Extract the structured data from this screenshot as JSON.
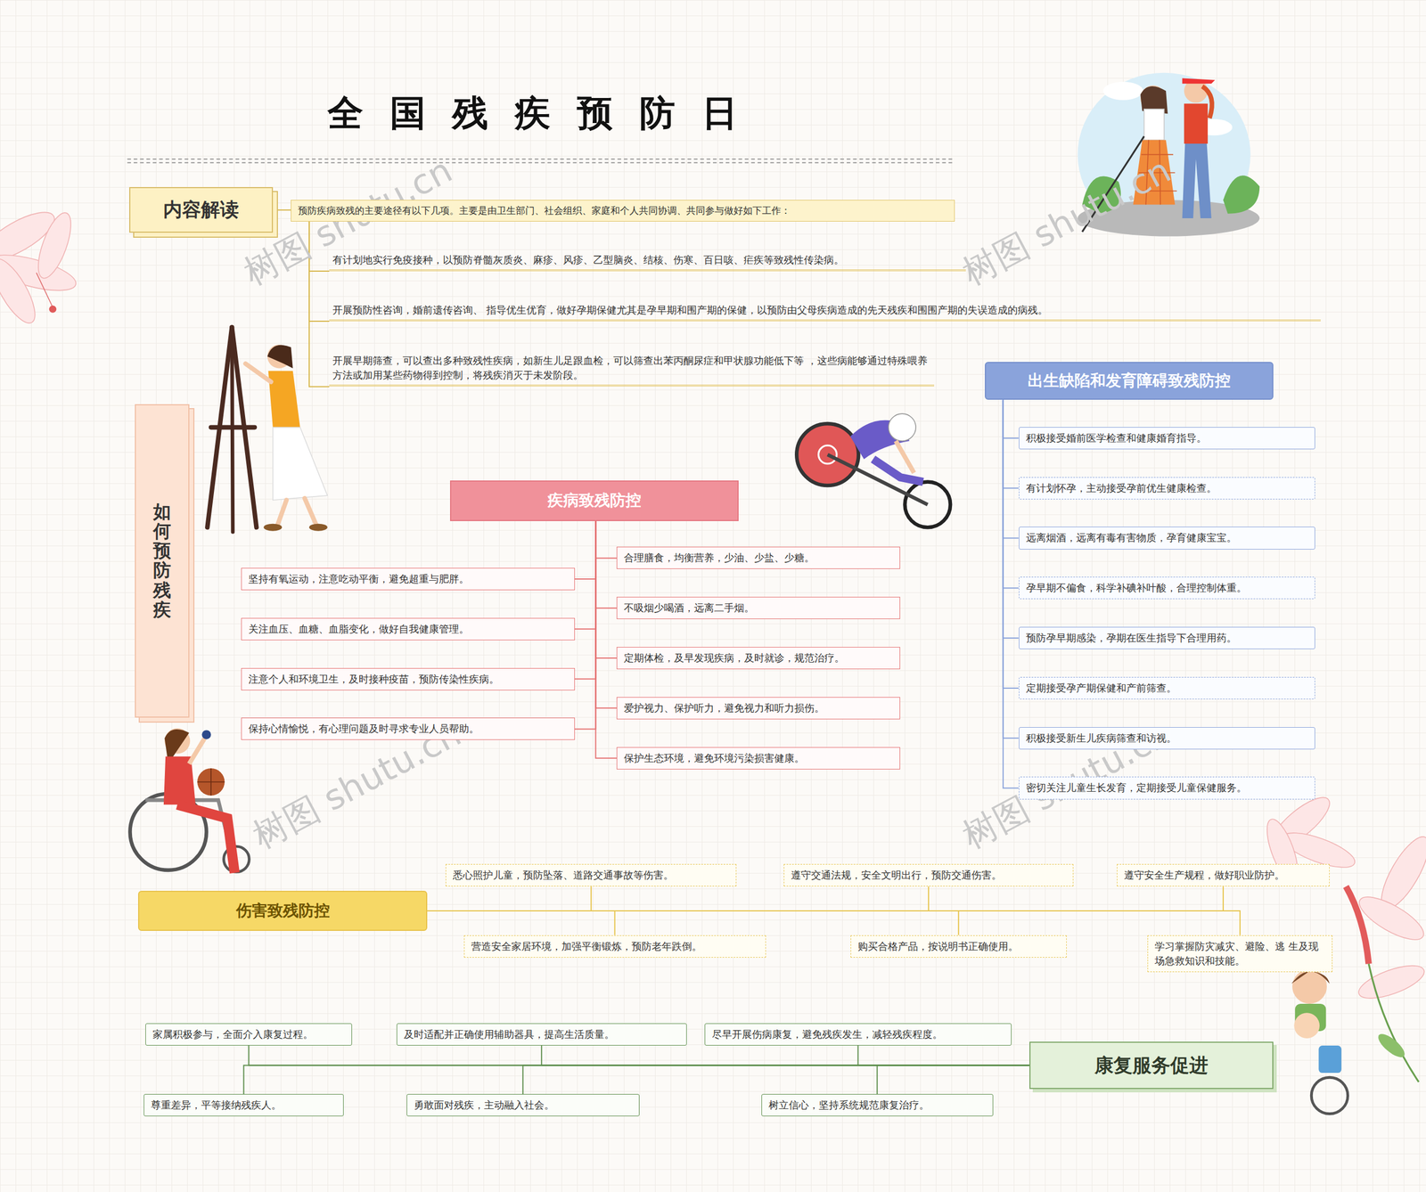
{
  "diagram": {
    "title": "全国残疾预防日",
    "nodes": [
      {
        "text": [
          "内容解读"
        ]
      },
      {
        "text": [
          "预防疾病致残的主要途径有以下几项。主要是由卫生部门、社会组织、家庭和个人共同协调、共同参与做好如下工作："
        ]
      },
      {
        "text": [
          "有计划地实行免疫接种，以预防脊髓灰质炎、麻疹、风疹、乙型脑炎、结核、伤寒、百日咳、疟疾等致残性传染病。"
        ]
      },
      {
        "text": [
          "开展预防性咨询，婚前遗传咨询、 指导优生优育，做好孕期保健尤其是孕早期和围产期的保健，以预防由父母疾病造成的先天残疾和围围产期的失误造成的病残。"
        ]
      },
      {
        "text": [
          "开展早期筛查，可以查出多种致残性疾病，如新生儿足跟血检，可以筛查出苯丙酮尿症和甲状腺功能低下等 ，这些病能够通过特殊喂养方法或加用某些药物得到控制，将残疾消灭于未发阶段。"
        ]
      },
      {
        "text": [
          "如何预防残疾"
        ]
      },
      {
        "text": [
          "疾病致残防控"
        ]
      },
      {
        "text": [
          "坚持有氧运动，注意吃动平衡，避免超重与肥胖。"
        ]
      },
      {
        "text": [
          "关注血压、血糖、血脂变化，做好自我健康管理。"
        ]
      },
      {
        "text": [
          "注意个人和环境卫生，及时接种疫苗，预防传染性疾病。"
        ]
      },
      {
        "text": [
          "保持心情愉悦，有心理问题及时寻求专业人员帮助。"
        ]
      },
      {
        "text": [
          "合理膳食，均衡营养，少油、少盐、少糖。"
        ]
      },
      {
        "text": [
          "不吸烟少喝酒，远离二手烟。"
        ]
      },
      {
        "text": [
          "定期体检，及早发现疾病，及时就诊，规范治疗。"
        ]
      },
      {
        "text": [
          "爱护视力、保护听力，避免视力和听力损伤。"
        ]
      },
      {
        "text": [
          "保护生态环境，避免环境污染损害健康。"
        ]
      },
      {
        "text": [
          "出生缺陷和发育障碍致残防控"
        ]
      },
      {
        "text": [
          "积极接受婚前医学检查和健康婚育指导。"
        ]
      },
      {
        "text": [
          "有计划怀孕，主动接受孕前优生健康检查。"
        ]
      },
      {
        "text": [
          "远离烟酒，远离有毒有害物质，孕育健康宝宝。"
        ]
      },
      {
        "text": [
          "孕早期不偏食，科学补碘补叶酸，合理控制体重。"
        ]
      },
      {
        "text": [
          "预防孕早期感染，孕期在医生指导下合理用药。"
        ]
      },
      {
        "text": [
          "定期接受孕产期保健和产前筛查。"
        ]
      },
      {
        "text": [
          "积极接受新生儿疾病筛查和访视。"
        ]
      },
      {
        "text": [
          "密切关注儿童生长发育，定期接受儿童保健服务。"
        ]
      },
      {
        "text": [
          "伤害致残防控"
        ]
      },
      {
        "text": [
          "悉心照护儿童，预防坠落、道路交通事故等伤害。"
        ]
      },
      {
        "text": [
          "遵守交通法规，安全文明出行，预防交通伤害。"
        ]
      },
      {
        "text": [
          "遵守安全生产规程，做好职业防护。"
        ]
      },
      {
        "text": [
          "营造安全家居环境，加强平衡锻炼，预防老年跌倒。"
        ]
      },
      {
        "text": [
          "购买合格产品，按说明书正确使用。"
        ]
      },
      {
        "text": [
          "学习掌握防灾减灾、避险、逃 生及现场急救知识和技能。"
        ]
      },
      {
        "text": [
          "康复服务促进"
        ]
      },
      {
        "text": [
          "家属积极参与，全面介入康复过程。"
        ]
      },
      {
        "text": [
          "及时适配并正确使用辅助器具，提高生活质量。"
        ]
      },
      {
        "text": [
          "尽早开展伤病康复，避免残疾发生，减轻残疾程度。"
        ]
      },
      {
        "text": [
          "尊重差异，平等接纳残疾人。"
        ]
      },
      {
        "text": [
          "勇敢面对残疾，主动融入社会。"
        ]
      },
      {
        "text": [
          "树立信心，坚持系统规范康复治疗。"
        ]
      }
    ],
    "edges": [
      {
        "from": 0,
        "to": 1,
        "arrow": "none"
      },
      {
        "from": 1,
        "to": 2,
        "arrow": "none"
      },
      {
        "from": 1,
        "to": 3,
        "arrow": "none"
      },
      {
        "from": 1,
        "to": 4,
        "arrow": "none"
      },
      {
        "from": 6,
        "to": 7,
        "arrow": "none"
      },
      {
        "from": 6,
        "to": 8,
        "arrow": "none"
      },
      {
        "from": 6,
        "to": 9,
        "arrow": "none"
      },
      {
        "from": 6,
        "to": 10,
        "arrow": "none"
      },
      {
        "from": 6,
        "to": 11,
        "arrow": "none"
      },
      {
        "from": 6,
        "to": 12,
        "arrow": "none"
      },
      {
        "from": 6,
        "to": 13,
        "arrow": "none"
      },
      {
        "from": 6,
        "to": 14,
        "arrow": "none"
      },
      {
        "from": 6,
        "to": 15,
        "arrow": "none"
      },
      {
        "from": 16,
        "to": 17,
        "arrow": "none"
      },
      {
        "from": 16,
        "to": 18,
        "arrow": "none"
      },
      {
        "from": 16,
        "to": 19,
        "arrow": "none"
      },
      {
        "from": 16,
        "to": 20,
        "arrow": "none"
      },
      {
        "from": 16,
        "to": 21,
        "arrow": "none"
      },
      {
        "from": 16,
        "to": 22,
        "arrow": "none"
      },
      {
        "from": 16,
        "to": 23,
        "arrow": "none"
      },
      {
        "from": 16,
        "to": 24,
        "arrow": "none"
      },
      {
        "from": 25,
        "to": 26,
        "arrow": "none"
      },
      {
        "from": 25,
        "to": 27,
        "arrow": "none"
      },
      {
        "from": 25,
        "to": 28,
        "arrow": "none"
      },
      {
        "from": 25,
        "to": 29,
        "arrow": "none"
      },
      {
        "from": 25,
        "to": 30,
        "arrow": "none"
      },
      {
        "from": 25,
        "to": 31,
        "arrow": "none"
      },
      {
        "from": 32,
        "to": 33,
        "arrow": "none"
      },
      {
        "from": 32,
        "to": 34,
        "arrow": "none"
      },
      {
        "from": 32,
        "to": 35,
        "arrow": "none"
      },
      {
        "from": 32,
        "to": 36,
        "arrow": "none"
      },
      {
        "from": 32,
        "to": 37,
        "arrow": "none"
      },
      {
        "from": 32,
        "to": 38,
        "arrow": "none"
      }
    ],
    "labels": [
      "树图 shutu.cn",
      "树图 shutu.cn",
      "树图 shutu.cn",
      "树图 shutu.cn"
    ]
  }
}
